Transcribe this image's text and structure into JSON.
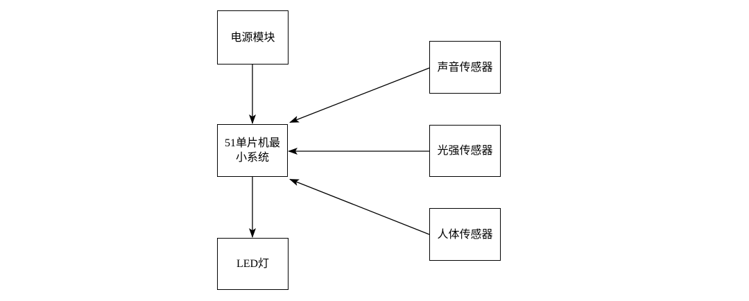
{
  "diagram": {
    "background_color": "#ffffff",
    "line_color": "#000000",
    "box_border_color": "#000000",
    "text_color": "#000000",
    "nodes": {
      "power": {
        "label": "电源模块"
      },
      "mcu": {
        "label": "51单片机最小系统"
      },
      "led": {
        "label": "LED灯"
      },
      "sound": {
        "label": "声音传感器"
      },
      "light": {
        "label": "光强传感器"
      },
      "human": {
        "label": "人体传感器"
      }
    },
    "edges": [
      {
        "from": "电源模块",
        "to": "51单片机最小系统",
        "direction": "down"
      },
      {
        "from": "51单片机最小系统",
        "to": "LED灯",
        "direction": "down"
      },
      {
        "from": "声音传感器",
        "to": "51单片机最小系统",
        "direction": "diagonal-down-left"
      },
      {
        "from": "光强传感器",
        "to": "51单片机最小系统",
        "direction": "left"
      },
      {
        "from": "人体传感器",
        "to": "51单片机最小系统",
        "direction": "diagonal-up-left"
      }
    ]
  }
}
